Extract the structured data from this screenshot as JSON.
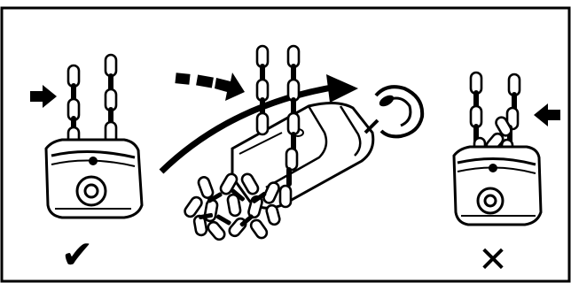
{
  "figure": {
    "panels": [
      {
        "id": "left",
        "name": "hoist-chain-correct",
        "mark": "✔",
        "mark_meaning": "correct"
      },
      {
        "id": "middle",
        "name": "hoist-chain-twisted-turned"
      },
      {
        "id": "right",
        "name": "hoist-chain-incorrect",
        "mark": "✕",
        "mark_meaning": "incorrect"
      }
    ],
    "ink_color": "#000000",
    "paper_color": "#ffffff"
  }
}
